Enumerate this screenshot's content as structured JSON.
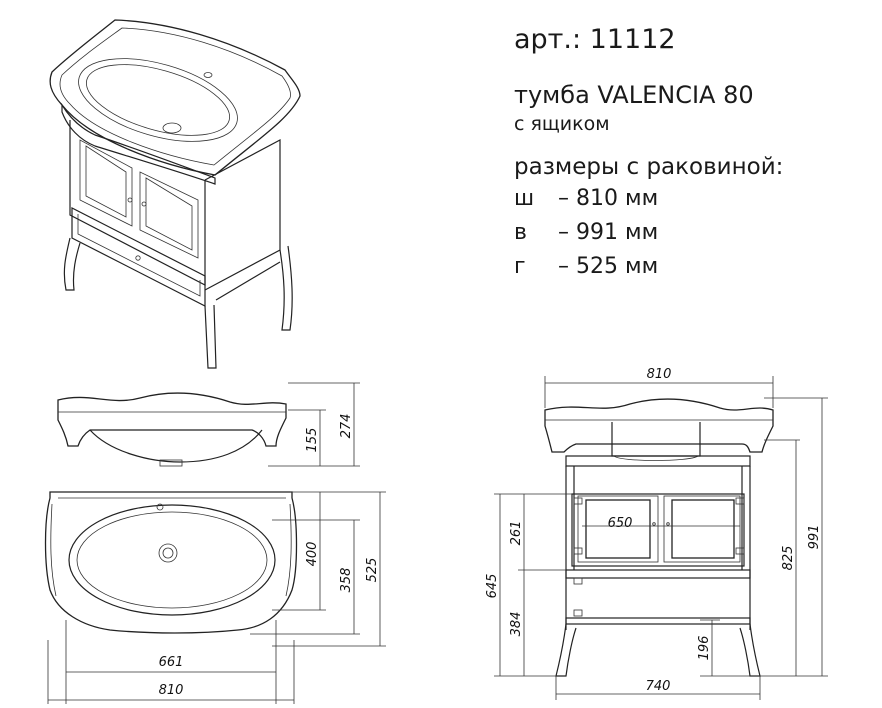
{
  "specs": {
    "article": "арт.: 11112",
    "title": "тумба  VALENCIA 80",
    "subtitle": "с ящиком",
    "dims_heading": "размеры с раковиной:",
    "dims": [
      {
        "key": "ш",
        "value": "– 810 мм"
      },
      {
        "key": "в",
        "value": "– 991 мм"
      },
      {
        "key": "г",
        "value": "– 525 мм"
      }
    ]
  },
  "drawing_labels": {
    "side_h1": "155",
    "side_h2": "274",
    "top_d1": "400",
    "top_d2": "358",
    "top_d3": "525",
    "top_w1": "661",
    "top_w2": "810",
    "front_w_top": "810",
    "front_inner": "650",
    "front_h_261": "261",
    "front_h_384": "384",
    "front_h_645": "645",
    "front_h_825": "825",
    "front_h_991": "991",
    "front_h_196": "196",
    "front_w_bottom": "740"
  }
}
